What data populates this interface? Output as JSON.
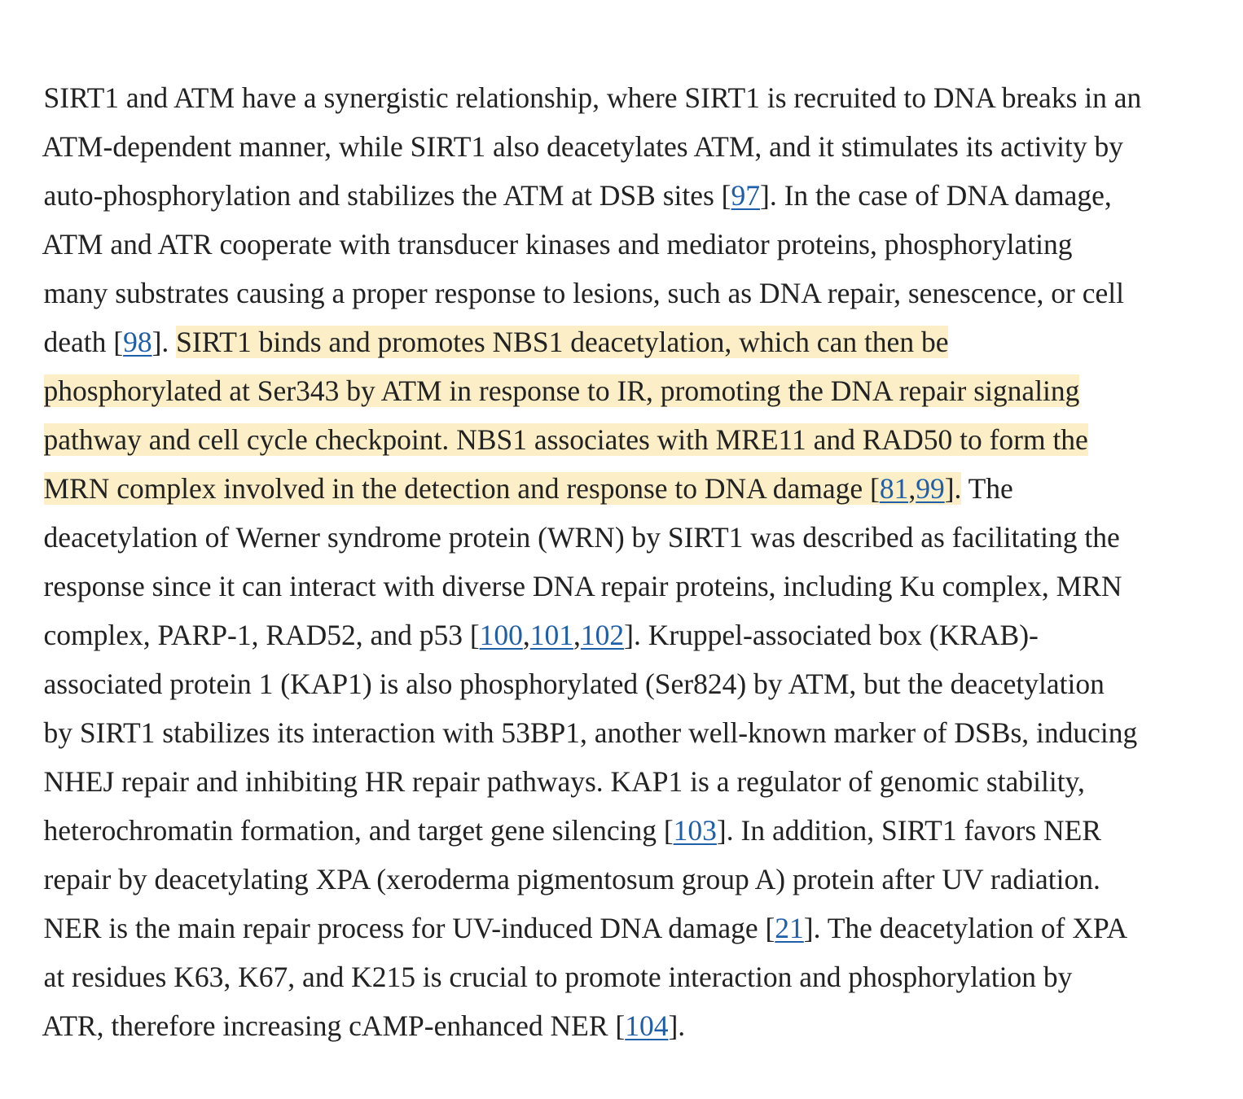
{
  "paragraph": {
    "line1": {
      "t1": "SIRT1 and ATM have a synergistic relationship, where SIRT1 is recruited to DNA breaks in an"
    },
    "line2": {
      "t1": "ATM-dependent manner, while SIRT1 also deacetylates ATM, and it stimulates its activity by"
    },
    "line3": {
      "t1": "auto-phosphorylation and stabilizes the ATM at DSB sites [",
      "ref1": "97",
      "t2": "]. In the case of DNA damage,"
    },
    "line4": {
      "t1": "ATM and ATR cooperate with transducer kinases and mediator proteins, phosphorylating"
    },
    "line5": {
      "t1": "many substrates causing a proper response to lesions, such as DNA repair, senescence, or cell"
    },
    "line6": {
      "t1": "death [",
      "ref1": "98",
      "t2": "]. ",
      "h1": "SIRT1 binds and promotes NBS1 deacetylation, which can then be"
    },
    "line7": {
      "h1": "phosphorylated at Ser343 by ATM in response to IR, promoting the DNA repair signaling"
    },
    "line8": {
      "h1": "pathway and cell cycle checkpoint. NBS1 associates with MRE11 and RAD50 to form the"
    },
    "line9": {
      "h1": "MRN complex involved in the detection and response to DNA damage [",
      "ref1": "81",
      "h2": ",",
      "ref2": "99",
      "h3": "].",
      "t1": " The"
    },
    "line10": {
      "t1": "deacetylation of Werner syndrome protein (WRN) by SIRT1 was described as facilitating the"
    },
    "line11": {
      "t1": "response since it can interact with diverse DNA repair proteins, including Ku complex, MRN"
    },
    "line12": {
      "t1": "complex, PARP-1, RAD52, and p53 [",
      "ref1": "100",
      "t2": ",",
      "ref2": "101",
      "t3": ",",
      "ref3": "102",
      "t4": "]. Kruppel-associated box (KRAB)-"
    },
    "line13": {
      "t1": "associated protein 1 (KAP1) is also phosphorylated (Ser824) by ATM, but the deacetylation"
    },
    "line14": {
      "t1": "by SIRT1 stabilizes its interaction with 53BP1, another well-known marker of DSBs, inducing"
    },
    "line15": {
      "t1": "NHEJ repair and inhibiting HR repair pathways. KAP1 is a regulator of genomic stability,"
    },
    "line16": {
      "t1": "heterochromatin formation, and target gene silencing [",
      "ref1": "103",
      "t2": "]. In addition, SIRT1 favors NER"
    },
    "line17": {
      "t1": "repair by deacetylating XPA (xeroderma pigmentosum group A) protein after UV radiation."
    },
    "line18": {
      "t1": "NER is the main repair process for UV-induced DNA damage [",
      "ref1": "21",
      "t2": "]. The deacetylation of XPA"
    },
    "line19": {
      "t1": "at residues K63, K67, and K215 is crucial to promote interaction and phosphorylation by"
    },
    "line20": {
      "t1": "ATR, therefore increasing cAMP-enhanced NER [",
      "ref1": "104",
      "t2": "]."
    }
  },
  "colors": {
    "text": "#222222",
    "link": "#1f5ea8",
    "highlight": "#fcefc7",
    "background": "#ffffff"
  }
}
